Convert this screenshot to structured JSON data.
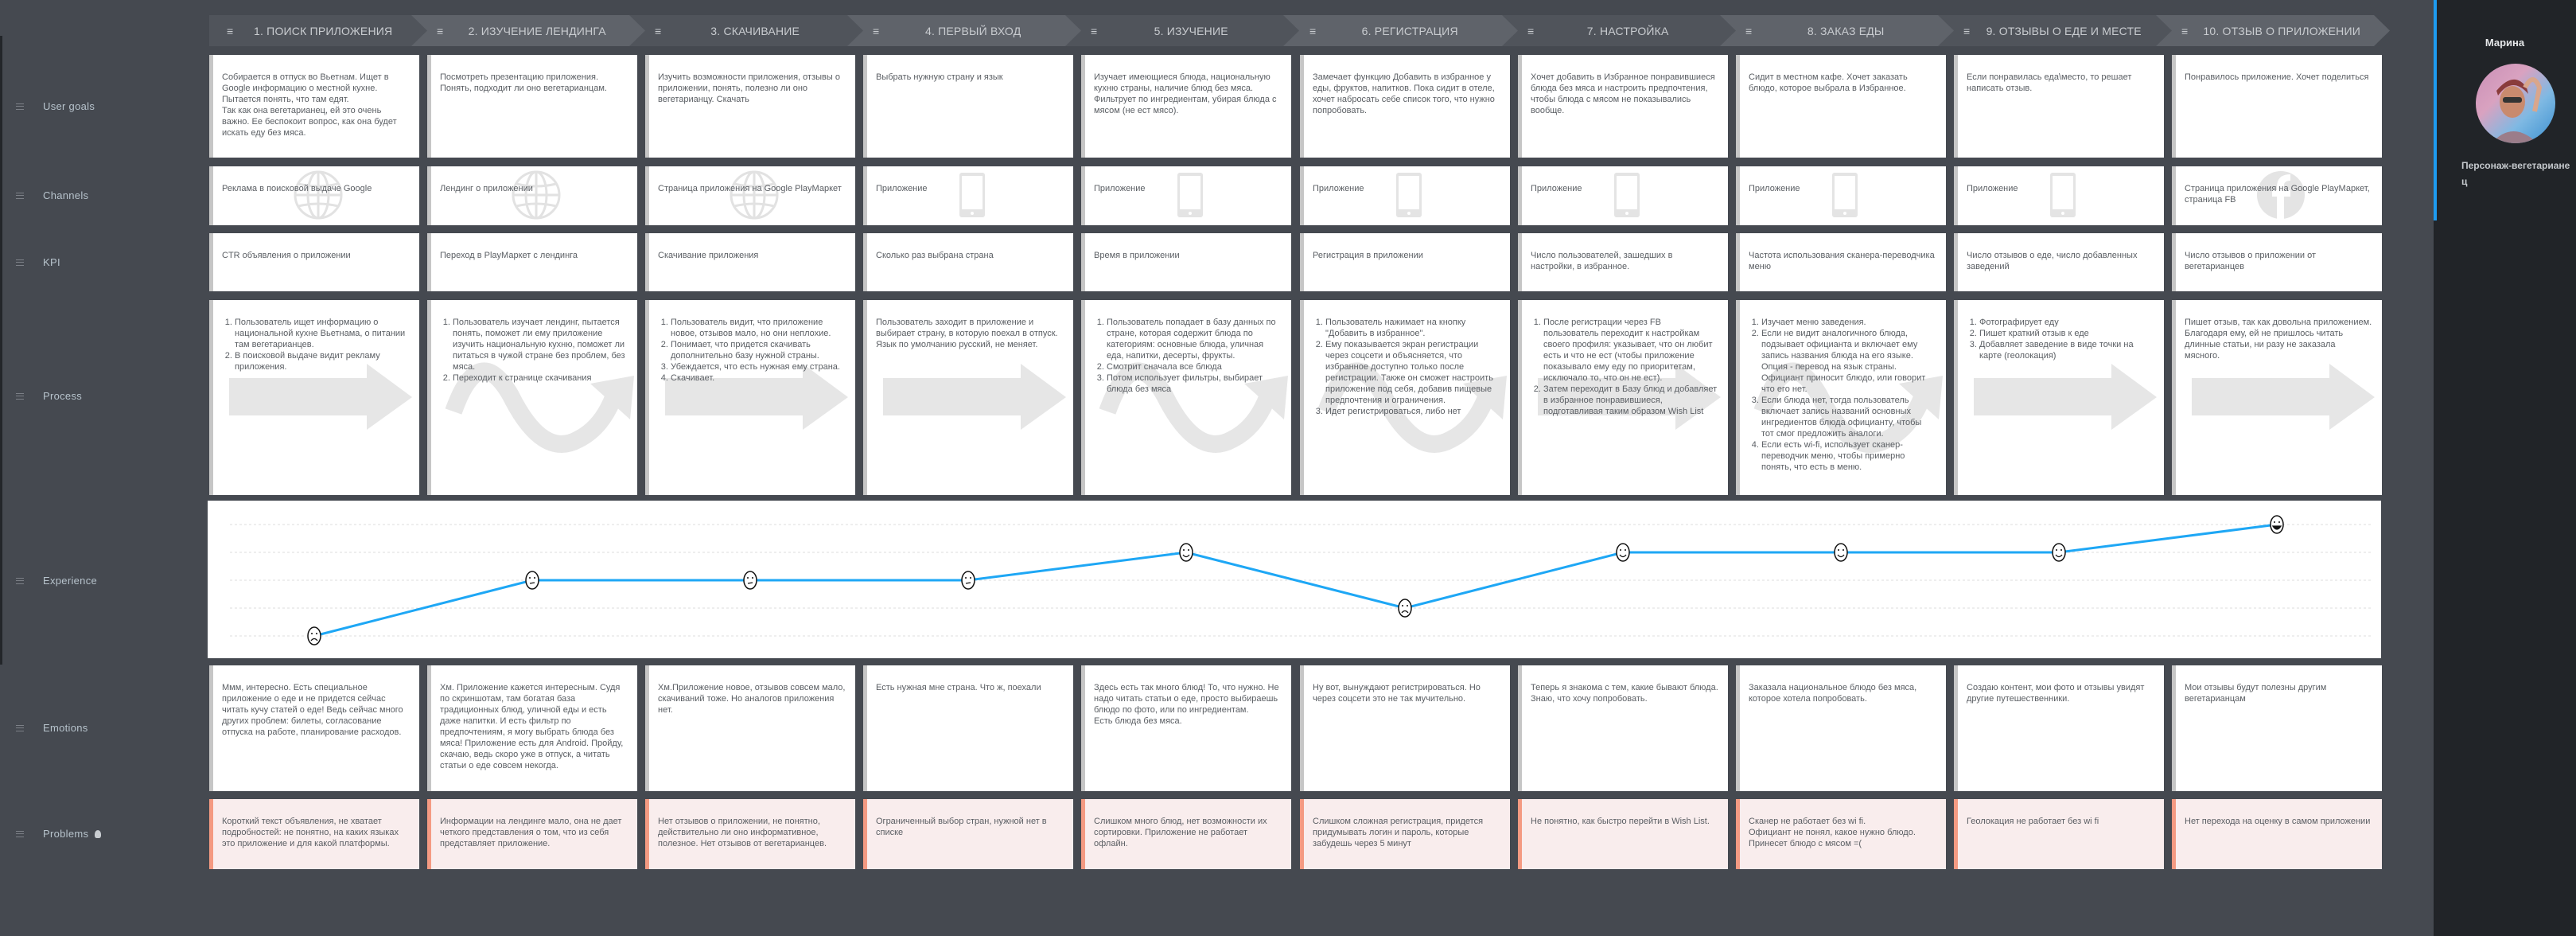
{
  "rows": [
    "User goals",
    "Channels",
    "KPI",
    "Process",
    "Experience",
    "Emotions",
    "Problems"
  ],
  "persona": {
    "name": "Марина",
    "role": "Персонаж-вегетарианец"
  },
  "stages": [
    {
      "title": "1. Поиск приложения",
      "goal": "Собирается в отпуск во Вьетнам. Ищет в Google информацию о местной кухне.\nПытается понять, что там едят.\nТак как она вегетарианец, ей это очень важно. Ее беспокоит вопрос, как она будет искать еду без мяса.",
      "channel": "Реклама в поисковой выдаче Google",
      "channel_icon": "globe",
      "kpi": "CTR объявления о приложении",
      "process_type": "list",
      "process": [
        "Пользователь ищет информацию о национальной кухне Вьетнама, о питании там вегетарианцев.",
        "В поисковой выдаче видит рекламу приложения."
      ],
      "process_icon": "arrow",
      "emotion": "Ммм, интересно. Есть специальное приложение о еде и не придется сейчас читать кучу статей о еде! Ведь сейчас много других проблем: билеты, согласование отпуска на работе, планирование расходов.",
      "problem": "Короткий текст объявления, не хватает подробностей: не понятно, на каких языках это приложение и для какой платформы."
    },
    {
      "title": "2. Изучение лендинга",
      "goal": "Посмотреть презентацию приложения.\nПонять, подходит ли оно вегетарианцам.",
      "channel": "Лендинг о приложении",
      "channel_icon": "globe",
      "kpi": "Переход в PlayМаркет с лендинга",
      "process_type": "list",
      "process": [
        "Пользователь изучает лендинг, пытается понять, поможет ли ему приложение изучить национальную кухню, поможет ли питаться в чужой стране без проблем, без мяса.",
        "Переходит к странице скачивания"
      ],
      "process_icon": "wave",
      "emotion": "Хм. Приложение кажется интересным. Судя по скриншотам, там богатая база традиционных блюд, уличной еды и есть даже напитки. И есть фильтр по предпочтениям, я могу выбрать блюда без мяса! Приложение есть для Android. Пройду, скачаю, ведь скоро уже в отпуск, а читать статьи о еде совсем некогда.",
      "problem": "Информации на лендинге мало, она не дает четкого представления о том, что из себя представляет приложение."
    },
    {
      "title": "3. Скачивание",
      "goal": "Изучить возможности приложения, отзывы о приложении, понять, полезно ли оно вегетарианцу. Скачать",
      "channel": "Страница приложения на Google PlayМаркет",
      "channel_icon": "globe",
      "kpi": "Скачивание приложения",
      "process_type": "list",
      "process": [
        "Пользователь видит, что приложение новое, отзывов мало, но они неплохие.",
        "Понимает, что придется скачивать дополнительно базу нужной страны.",
        "Убеждается, что есть нужная ему страна.",
        "Скачивает."
      ],
      "process_icon": "arrow",
      "emotion": "Хм.Приложение новое, отзывов совсем мало, скачиваний тоже. Но аналогов приложения нет.",
      "problem": "Нет отзывов о приложении, не понятно, действительно ли оно информативное, полезное. Нет отзывов от вегетарианцев."
    },
    {
      "title": "4. Первый вход",
      "goal": "Выбрать нужную страну и язык",
      "channel": "Приложение",
      "channel_icon": "phone",
      "kpi": "Сколько раз выбрана страна",
      "process_type": "text",
      "process": [
        "Пользователь заходит в приложение и выбирает страну, в которую поехал в отпуск. Язык по умолчанию русский, не меняет."
      ],
      "process_icon": "arrow",
      "emotion": "Есть нужная мне страна. Что ж, поехали",
      "problem": "Ограниченный выбор стран, нужной нет в списке"
    },
    {
      "title": "5. Изучение",
      "goal": "Изучает имеющиеся блюда, национальную кухню страны, наличие блюд без мяса. Фильтрует по ингредиентам, убирая блюда с мясом (не ест мясо).",
      "channel": "Приложение",
      "channel_icon": "phone",
      "kpi": "Время в приложении",
      "process_type": "list",
      "process": [
        "Пользователь попадает в базу данных по стране, которая содержит блюда по категориям: основные блюда, уличная еда, напитки, десерты, фрукты.",
        "Смотрит сначала все блюда",
        "Потом использует фильтры, выбирает блюда без мяса"
      ],
      "process_icon": "wave",
      "emotion": "Здесь есть так много блюд! То, что нужно. Не надо читать статьи о еде, просто выбираешь блюдо по фото, или по ингредиентам.\nЕсть блюда без мяса.",
      "problem": "Слишком много блюд, нет возможности их сортировки. Приложение не работает офлайн."
    },
    {
      "title": "6. Регистрация",
      "goal": "Замечает функцию Добавить в избранное у еды, фруктов, напитков. Пока сидит в отеле, хочет набросать себе список того, что нужно попробовать.",
      "channel": "Приложение",
      "channel_icon": "phone",
      "kpi": "Регистрация в приложении",
      "process_type": "list",
      "process": [
        "Пользователь нажимает на кнопку \"Добавить в избранное\".",
        "Ему показывается экран регистрации через соцсети и объясняется, что избранное доступно только после регистрации. Также он сможет настроить приложение под себя, добавив пищевые предпочтения и ограничения.",
        "Идет регистрироваться, либо нет"
      ],
      "process_icon": "wave",
      "emotion": "Ну вот, вынуждают регистрироваться. Но через соцсети это не так мучительно.",
      "problem": "Слишком сложная регистрация, придется придумывать логин и пароль, которые забудешь через 5 минут"
    },
    {
      "title": "7. Настройка",
      "goal": "Хочет добавить в Избранное понравившиеся блюда без мяса и настроить предпочтения, чтобы блюда с мясом не показывались вообще.",
      "channel": "Приложение",
      "channel_icon": "phone",
      "kpi": "Число пользователей, зашедших в настройки, в избранное.",
      "process_type": "list",
      "process": [
        "После регистрации через FB пользователь переходит к настройкам своего профиля: указывает, что он любит есть и что не ест (чтобы приложение показывало ему еду по приоритетам, исключало то, что он не ест).",
        "Затем переходит в Базу блюд и добавляет в избранное понравившиеся, подготавливая таким образом Wish List"
      ],
      "process_icon": "arrow",
      "emotion": "Теперь я знакома с тем, какие бывают блюда. Знаю, что хочу попробовать.",
      "problem": "Не понятно, как быстро перейти в Wish List."
    },
    {
      "title": "8. Заказ еды",
      "goal": "Сидит в местном кафе. Хочет заказать блюдо, которое выбрала в Избранное.",
      "channel": "Приложение",
      "channel_icon": "phone",
      "kpi": "Частота использования сканера-переводчика меню",
      "process_type": "list",
      "process": [
        "Изучает меню заведения.",
        "Если не видит аналогичного блюда, подзывает официанта и включает ему запись названия блюда на его языке. Опция - перевод на язык страны. Официант приносит блюдо, или говорит что его нет.",
        "Если блюда нет, тогда пользователь включает запись названий основных ингредиентов блюда официанту, чтобы тот смог предложить аналоги.",
        "Если есть wi-fi, использует сканер-переводчик меню, чтобы примерно понять, что есть в меню."
      ],
      "process_icon": "wave",
      "emotion": "Заказала национальное блюдо без мяса, которое хотела попробовать.",
      "problem": "Сканер не работает без wi fi.\nОфициант не понял, какое нужно блюдо.\nПринесет блюдо с мясом =("
    },
    {
      "title": "9. Отзывы о еде и месте",
      "goal": "Если понравилась еда\\место, то решает написать отзыв.",
      "channel": "Приложение",
      "channel_icon": "phone",
      "kpi": "Число отзывов о еде, число добавленных заведений",
      "process_type": "list",
      "process": [
        "Фотографирует еду",
        "Пишет краткий отзыв к еде",
        "Добавляет заведение в виде точки на карте (геолокация)"
      ],
      "process_icon": "arrow",
      "emotion": "Создаю контент, мои фото и отзывы увидят другие путешественники.",
      "problem": "Геолокация не работает без wi fi"
    },
    {
      "title": "10. Отзыв о приложении",
      "goal": "Понравилось приложение. Хочет поделиться",
      "channel": "Страница приложения на Google PlayМаркет, страница FB",
      "channel_icon": "facebook",
      "kpi": "Число отзывов о приложении от вегетарианцев",
      "process_type": "text",
      "process": [
        "Пишет отзыв, так как довольна приложением. Благодаря ему, ей не пришлось читать длинные статьи, ни разу не заказала мясного."
      ],
      "process_icon": "arrow",
      "emotion": "Мои отзывы будут полезны другим вегетарианцам",
      "problem": "Нет перехода на оценку в самом приложении"
    }
  ],
  "experience": {
    "scale": [
      1,
      5
    ],
    "levels": [
      1,
      3,
      3,
      3,
      4,
      2,
      4,
      4,
      4,
      5
    ],
    "faces": [
      "sad",
      "neutral",
      "neutral",
      "neutral",
      "happy",
      "sad",
      "happy",
      "happy",
      "happy",
      "grin"
    ]
  },
  "colors": {
    "accent": "#1e9bef",
    "line": "#1ea7f5",
    "problem_border": "#f49a82",
    "problem_bg": "#f9eded",
    "background": "#454950"
  }
}
